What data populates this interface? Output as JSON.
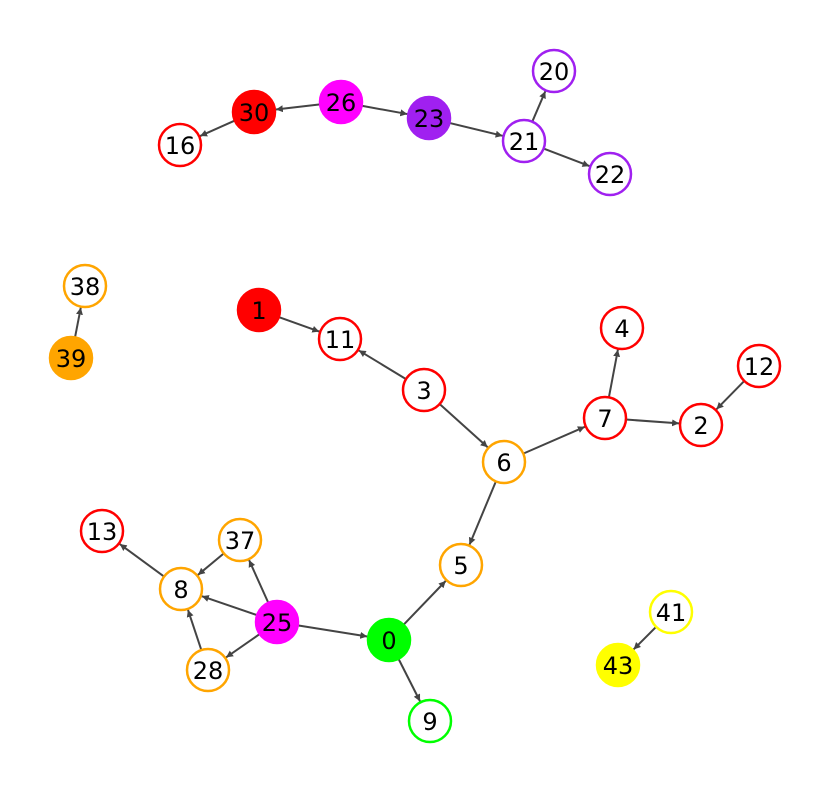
{
  "colors": {
    "red": "#ff0000",
    "orange": "#ffa500",
    "magenta": "#ff00ff",
    "purple": "#a020f0",
    "green": "#00ff00",
    "yellow": "#ffff00",
    "edge": "#444444"
  },
  "nodes": [
    {
      "id": "0",
      "color": "green",
      "filled": true
    },
    {
      "id": "1",
      "color": "red",
      "filled": true
    },
    {
      "id": "2",
      "color": "red",
      "filled": false
    },
    {
      "id": "3",
      "color": "red",
      "filled": false
    },
    {
      "id": "4",
      "color": "red",
      "filled": false
    },
    {
      "id": "5",
      "color": "orange",
      "filled": false
    },
    {
      "id": "6",
      "color": "orange",
      "filled": false
    },
    {
      "id": "7",
      "color": "red",
      "filled": false
    },
    {
      "id": "8",
      "color": "orange",
      "filled": false
    },
    {
      "id": "9",
      "color": "green",
      "filled": false
    },
    {
      "id": "11",
      "color": "red",
      "filled": false
    },
    {
      "id": "12",
      "color": "red",
      "filled": false
    },
    {
      "id": "13",
      "color": "red",
      "filled": false
    },
    {
      "id": "16",
      "color": "red",
      "filled": false
    },
    {
      "id": "20",
      "color": "purple",
      "filled": false
    },
    {
      "id": "21",
      "color": "purple",
      "filled": false
    },
    {
      "id": "22",
      "color": "purple",
      "filled": false
    },
    {
      "id": "23",
      "color": "purple",
      "filled": true
    },
    {
      "id": "25",
      "color": "magenta",
      "filled": true
    },
    {
      "id": "26",
      "color": "magenta",
      "filled": true
    },
    {
      "id": "28",
      "color": "orange",
      "filled": false
    },
    {
      "id": "30",
      "color": "red",
      "filled": true
    },
    {
      "id": "37",
      "color": "orange",
      "filled": false
    },
    {
      "id": "38",
      "color": "orange",
      "filled": false
    },
    {
      "id": "39",
      "color": "orange",
      "filled": true
    },
    {
      "id": "41",
      "color": "yellow",
      "filled": false
    },
    {
      "id": "43",
      "color": "yellow",
      "filled": true
    }
  ],
  "edges": [
    [
      "26",
      "30"
    ],
    [
      "30",
      "16"
    ],
    [
      "26",
      "23"
    ],
    [
      "23",
      "21"
    ],
    [
      "21",
      "20"
    ],
    [
      "21",
      "22"
    ],
    [
      "39",
      "38"
    ],
    [
      "1",
      "11"
    ],
    [
      "3",
      "11"
    ],
    [
      "3",
      "6"
    ],
    [
      "6",
      "7"
    ],
    [
      "7",
      "4"
    ],
    [
      "7",
      "2"
    ],
    [
      "12",
      "2"
    ],
    [
      "6",
      "5"
    ],
    [
      "0",
      "5"
    ],
    [
      "0",
      "9"
    ],
    [
      "25",
      "0"
    ],
    [
      "25",
      "8"
    ],
    [
      "25",
      "37"
    ],
    [
      "25",
      "28"
    ],
    [
      "37",
      "8"
    ],
    [
      "28",
      "8"
    ],
    [
      "8",
      "13"
    ],
    [
      "41",
      "43"
    ]
  ]
}
